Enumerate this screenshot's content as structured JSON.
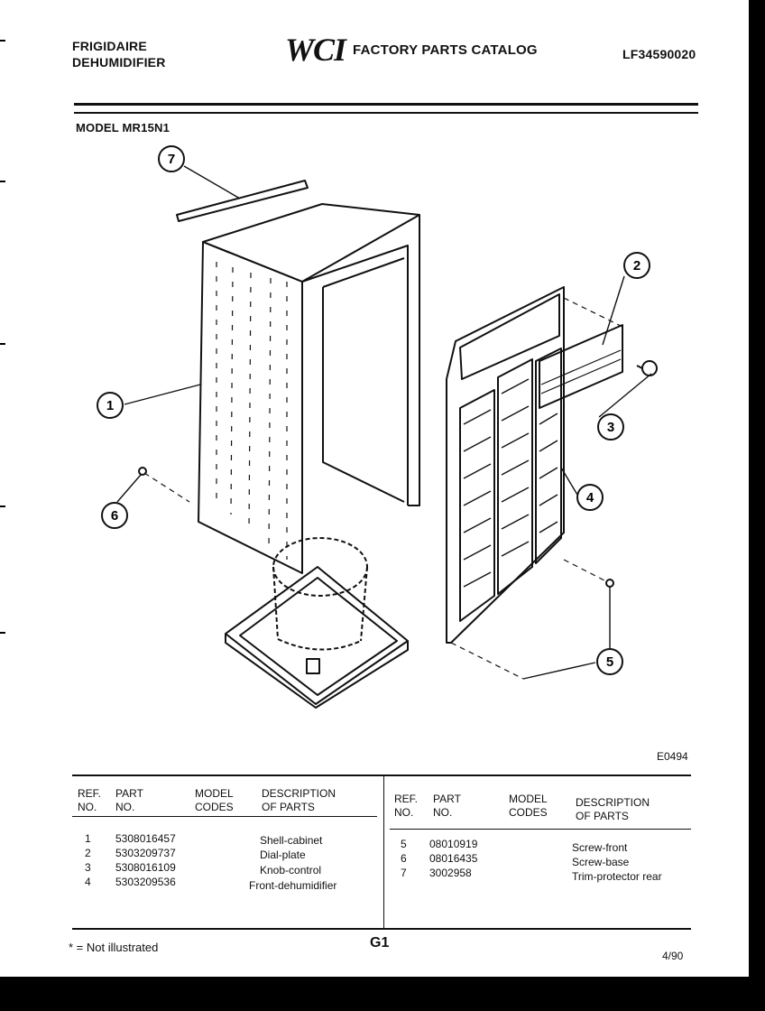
{
  "header": {
    "brand_line1": "FRIGIDAIRE",
    "brand_line2": "DEHUMIDIFIER",
    "logo_text": "WCI",
    "catalog_title": "FACTORY PARTS CATALOG",
    "catalog_number": "LF34590020"
  },
  "model": "MODEL MR15N1",
  "diagram": {
    "id": "E0494",
    "callouts": [
      "1",
      "2",
      "3",
      "4",
      "5",
      "6",
      "7"
    ]
  },
  "table": {
    "left_headers": {
      "ref": "REF.\nNO.",
      "part": "PART\nNO.",
      "codes": "MODEL\nCODES",
      "desc": "DESCRIPTION\nOF PARTS"
    },
    "right_headers": {
      "ref": "REF.\nNO.",
      "part": "PART\nNO.",
      "codes": "MODEL\nCODES",
      "desc": "DESCRIPTION\nOF PARTS"
    },
    "left_rows": [
      {
        "ref": "1",
        "part": "5308016457",
        "desc": "Shell-cabinet"
      },
      {
        "ref": "2",
        "part": "5303209737",
        "desc": "Dial-plate"
      },
      {
        "ref": "3",
        "part": "5308016109",
        "desc": "Knob-control"
      },
      {
        "ref": "4",
        "part": "5303209536",
        "desc": "Front-dehumidifier"
      }
    ],
    "right_rows": [
      {
        "ref": "5",
        "part": "08010919",
        "desc": "Screw-front"
      },
      {
        "ref": "6",
        "part": "08016435",
        "desc": "Screw-base"
      },
      {
        "ref": "7",
        "part": "3002958",
        "desc": "Trim-protector rear"
      }
    ]
  },
  "footer": {
    "footnote": "* = Not illustrated",
    "page_id": "G1",
    "date_code": "4/90"
  }
}
